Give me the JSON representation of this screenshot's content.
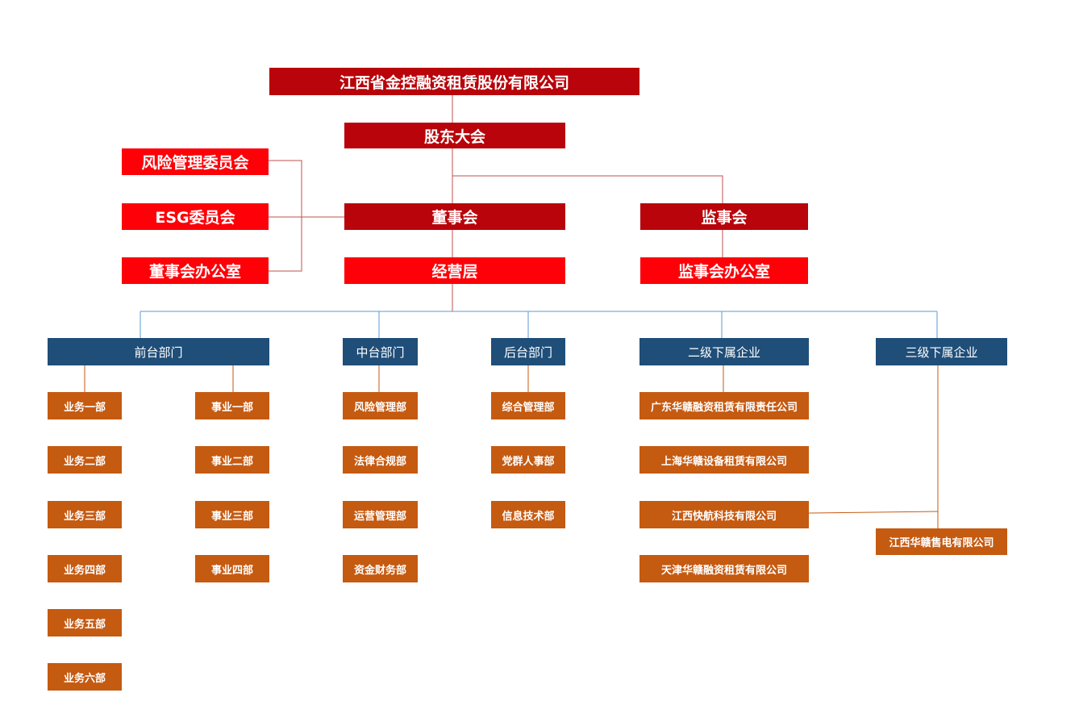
{
  "company": "江西省金控融资租赁股份有限公司",
  "shareholders_meeting": "股东大会",
  "board": "董事会",
  "supervisory_board": "监事会",
  "management": "经营层",
  "supervisory_office": "监事会办公室",
  "committees": [
    "风险管理委员会",
    "ESG委员会",
    "董事会办公室"
  ],
  "divisions": {
    "front": {
      "title": "前台部门",
      "business": [
        "业务一部",
        "业务二部",
        "业务三部",
        "业务四部",
        "业务五部",
        "业务六部"
      ],
      "affairs": [
        "事业一部",
        "事业二部",
        "事业三部",
        "事业四部"
      ]
    },
    "middle": {
      "title": "中台部门",
      "items": [
        "风险管理部",
        "法律合规部",
        "运营管理部",
        "资金财务部"
      ]
    },
    "back": {
      "title": "后台部门",
      "items": [
        "综合管理部",
        "党群人事部",
        "信息技术部"
      ]
    },
    "secondary": {
      "title": "二级下属企业",
      "items": [
        "广东华赣融资租赁有限责任公司",
        "上海华赣设备租赁有限公司",
        "江西快航科技有限公司",
        "天津华赣融资租赁有限公司"
      ]
    },
    "tertiary": {
      "title": "三级下属企业",
      "items": [
        "江西华赣售电有限公司"
      ]
    }
  },
  "colors": {
    "dark_red": "#b8040a",
    "bright_red": "#fd0008",
    "navy": "#1f4e79",
    "orange": "#c55a11",
    "red_line": "#c0504d",
    "blue_line": "#5b9bd5",
    "orange_line": "#c55a11"
  }
}
